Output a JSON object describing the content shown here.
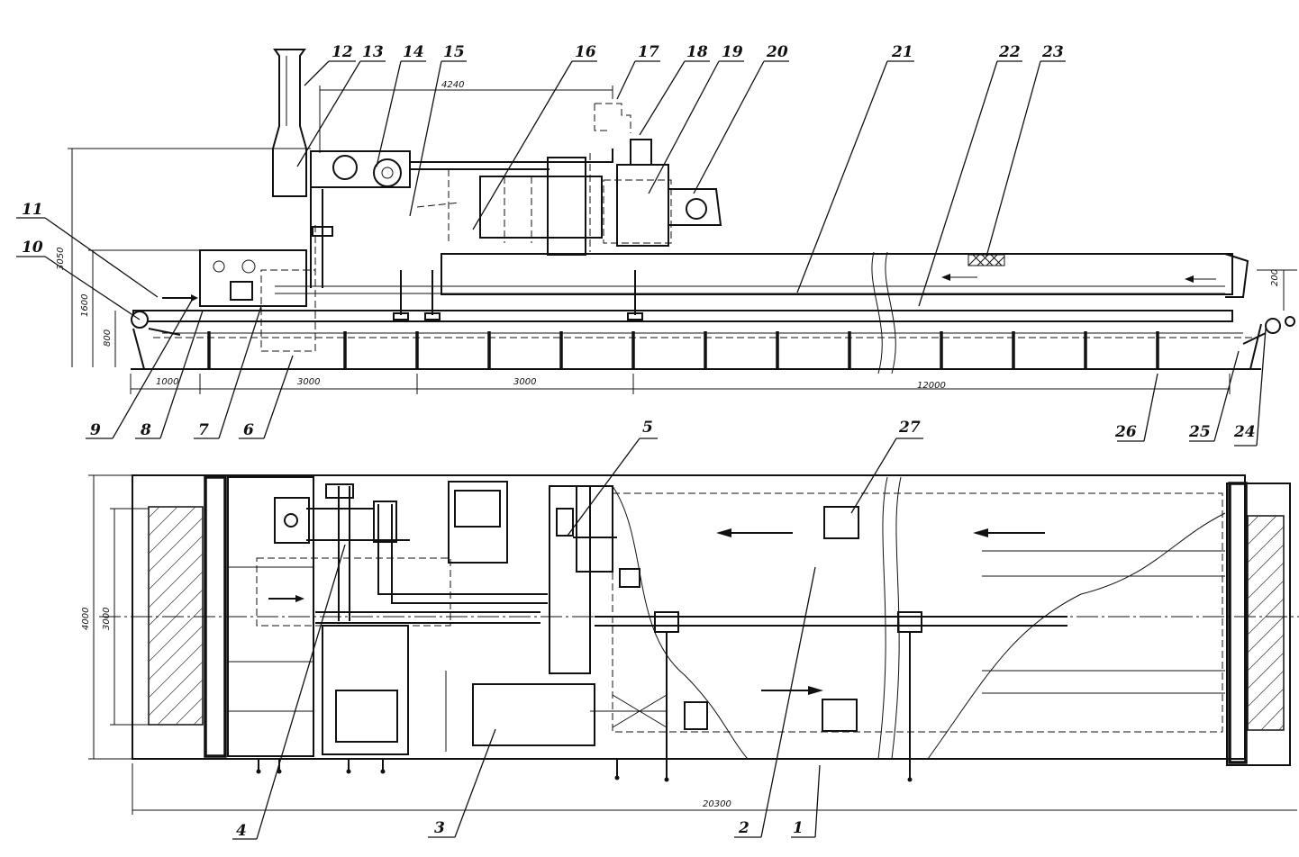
{
  "callouts": {
    "c1": "1",
    "c2": "2",
    "c3": "3",
    "c4": "4",
    "c5": "5",
    "c6": "6",
    "c7": "7",
    "c8": "8",
    "c9": "9",
    "c10": "10",
    "c11": "11",
    "c12": "12",
    "c13": "13",
    "c14": "14",
    "c15": "15",
    "c16": "16",
    "c17": "17",
    "c18": "18",
    "c19": "19",
    "c20": "20",
    "c21": "21",
    "c22": "22",
    "c23": "23",
    "c24": "24",
    "c25": "25",
    "c26": "26",
    "c27": "27"
  },
  "dimensions": {
    "d4240": "4240",
    "d3050": "3050",
    "d1600": "1600",
    "d800": "800",
    "d200": "200",
    "d1000": "1000",
    "d3000a": "3000",
    "d3000b": "3000",
    "d12000": "12000",
    "d4000": "4000",
    "d3000v": "3000",
    "d20300": "20300"
  }
}
